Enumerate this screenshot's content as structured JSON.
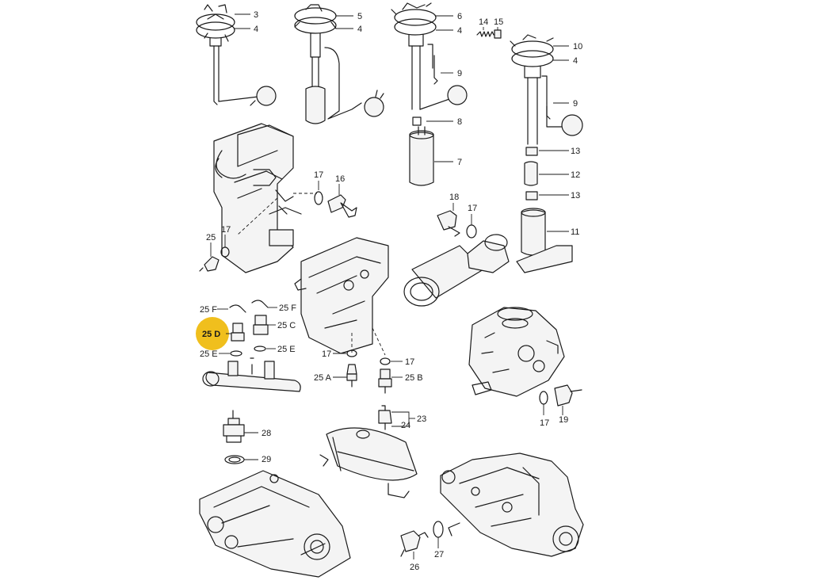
{
  "diagram": {
    "highlight_color": "#f0bf1d",
    "line_color": "#1a1a1a",
    "highlighted_label": "25 D",
    "callouts": {
      "c3": "3",
      "c4a": "4",
      "c5": "5",
      "c4b": "4",
      "c6": "6",
      "c4c": "4",
      "c14": "14",
      "c15": "15",
      "c10": "10",
      "c4d": "4",
      "c9a": "9",
      "c8": "8",
      "c7": "7",
      "c9b": "9",
      "c13a": "13",
      "c12": "12",
      "c13b": "13",
      "c11": "11",
      "c17a": "17",
      "c16": "16",
      "c18": "18",
      "c17b": "17",
      "c25": "25",
      "c17c": "17",
      "c25Fa": "25 F",
      "c25Fb": "25 F",
      "c25D": "25 D",
      "c25C": "25 C",
      "c25Ea": "25 E",
      "c25Eb": "25 E",
      "c17d": "17",
      "c17e": "17",
      "c25A": "25 A",
      "c25B": "25 B",
      "c23": "23",
      "c24": "24",
      "c17f": "17",
      "c19": "19",
      "c28": "28",
      "c29": "29",
      "c26": "26",
      "c27": "27"
    }
  }
}
